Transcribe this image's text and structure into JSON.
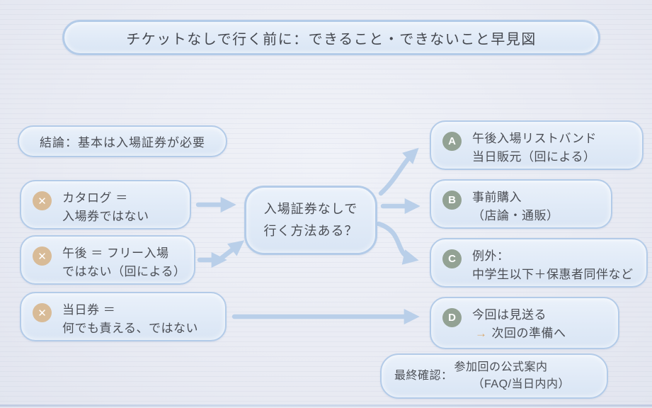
{
  "title": "チケットなしで行く前に：できること・できないこと早見図",
  "conclusion": "結論：基本は入場証券が必要",
  "icons": {
    "x_mark": "✕",
    "next_arrow": "→"
  },
  "negatives": [
    {
      "line1": "カタログ ＝",
      "line2": "入場券ではない"
    },
    {
      "line1": "午後 ＝ フリー入場",
      "line2": "ではない（回による）"
    },
    {
      "line1": "当日券 ＝",
      "line2": "何でも責える、ではない"
    }
  ],
  "center": {
    "line1": "入場証券なしで",
    "line2": "行く方法ある？"
  },
  "options": [
    {
      "badge": "A",
      "line1": "午後入場リストバンド",
      "line2": "当日販元（回による）"
    },
    {
      "badge": "B",
      "line1": "事前購入",
      "line2": "（店論・通販）"
    },
    {
      "badge": "C",
      "line1": "例外：",
      "line2": "中学生以下＋保惠者同伴など"
    },
    {
      "badge": "D",
      "line1": "今回は見送る",
      "line2": "次回の準備へ"
    }
  ],
  "footer": {
    "label": "最終確認：",
    "line1": "参加回の公式案内",
    "line2": "（FAQ/当日内内）"
  },
  "colors": {
    "background": "#eceef5",
    "node_fill": "#e0eaf7",
    "node_border": "#b3cbe8",
    "arrow": "#b9cfe9",
    "x_circle": "#d8bb97",
    "badge_circle": "#93a294",
    "d_arrow": "#d9a86f",
    "text": "#4b4e55"
  }
}
